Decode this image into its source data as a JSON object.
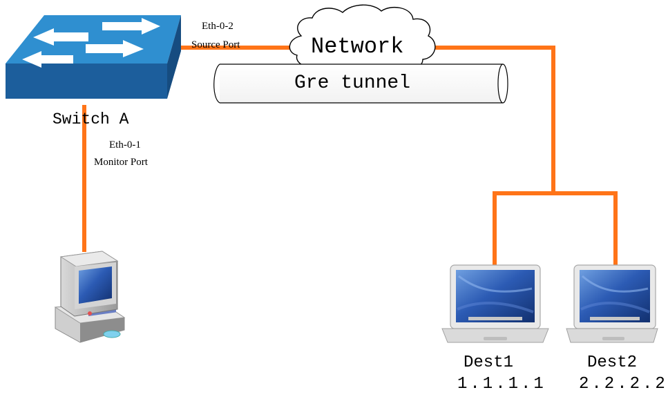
{
  "switch_a": {
    "name": "Switch A"
  },
  "source_port": {
    "name": "Eth-0-2",
    "role": "Source Port"
  },
  "monitor_port": {
    "name": "Eth-0-1",
    "role": "Monitor Port"
  },
  "network": {
    "label": "Network"
  },
  "tunnel": {
    "label": "Gre tunnel"
  },
  "dest1": {
    "name": "Dest1",
    "ip": "1.1.1.1"
  },
  "dest2": {
    "name": "Dest2",
    "ip": "2.2.2.2"
  },
  "colors": {
    "link": "#FF7418",
    "switch_top": "#2F8FD0",
    "switch_front": "#1C5E9C",
    "switch_side": "#164C80",
    "screen": "#1B3F8C"
  }
}
